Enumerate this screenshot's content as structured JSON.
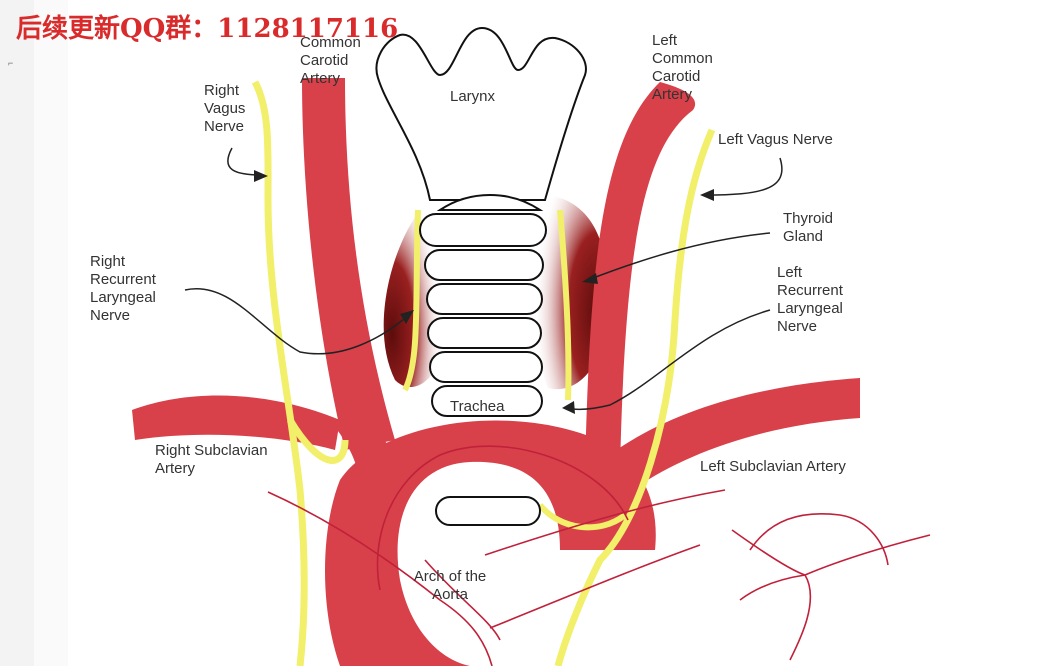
{
  "watermark": "后续更新QQ群：1128117116",
  "labels": {
    "rcca": "Common\nCarotid\nArtery",
    "larynx": "Larynx",
    "lcca": "Left\nCommon\nCarotid\nArtery",
    "rvagus": "Right\nVagus\nNerve",
    "lvagus": "Left Vagus Nerve",
    "thyroid": "Thyroid\nGland",
    "rrln": "Right\nRecurrent\nLaryngeal\nNerve",
    "lrln": "Left\nRecurrent\nLaryngeal\nNerve",
    "trachea": "Trachea",
    "rsub": "Right Subclavian\nArtery",
    "lsub": "Left Subclavian Artery",
    "aorta": "Arch of the\nAorta"
  },
  "colors": {
    "artery": "#d8404a",
    "nerve": "#f2ef6a",
    "thyroid": "#8a1414",
    "pen": "#c0213a",
    "watermark": "#d92b2b"
  }
}
